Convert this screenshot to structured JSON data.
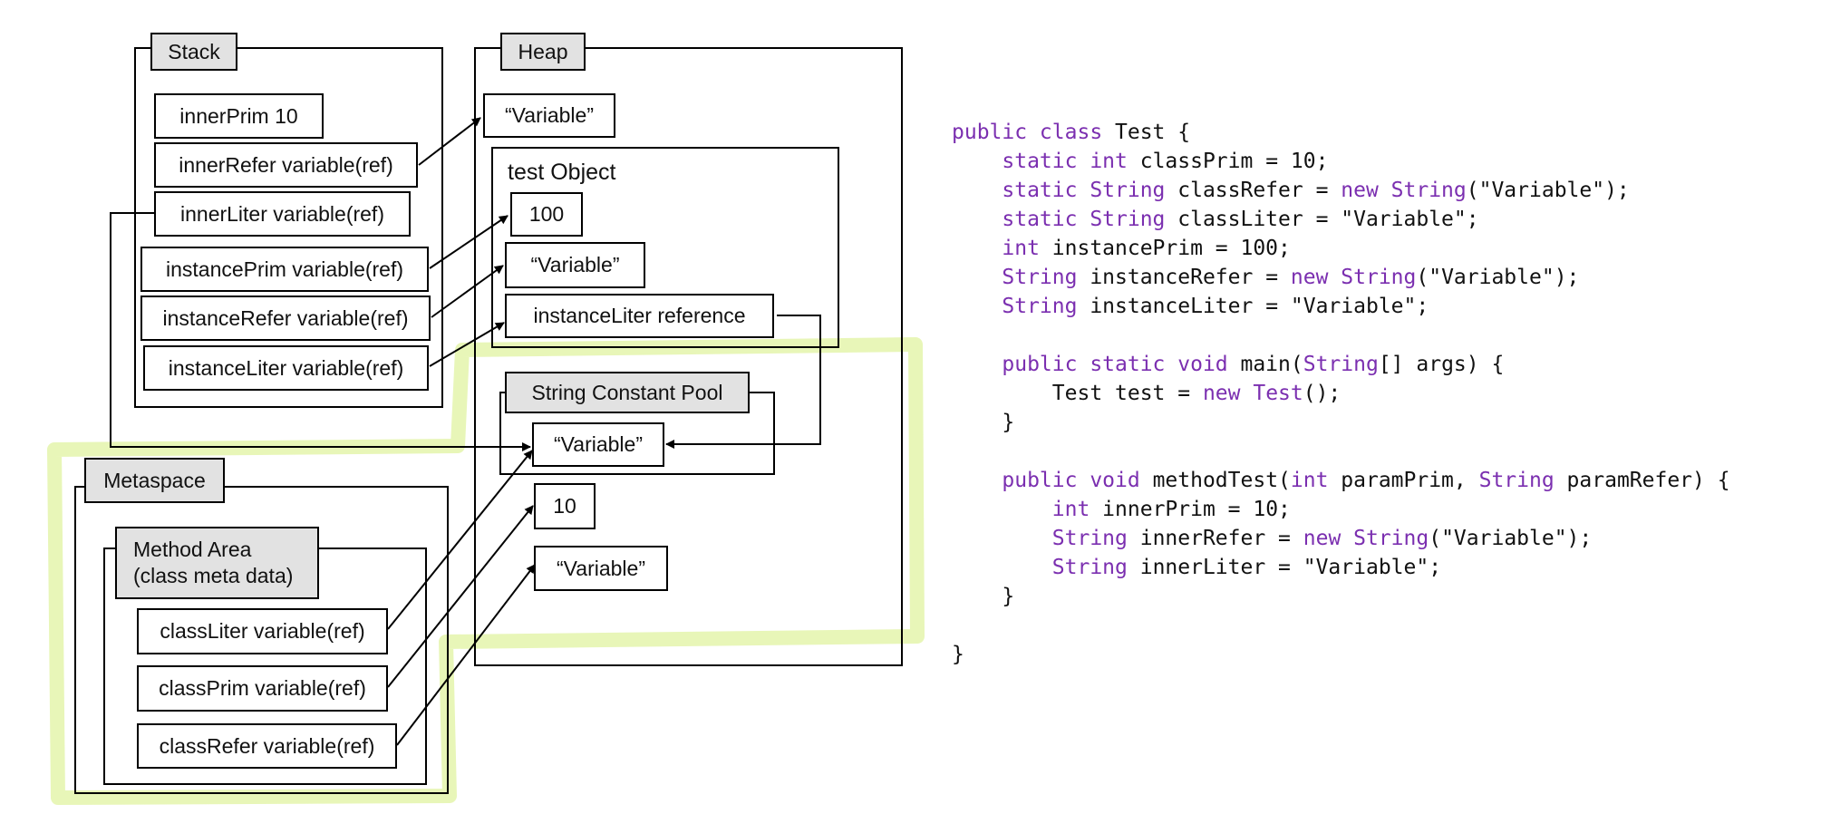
{
  "diagram": {
    "stack": {
      "title": "Stack",
      "items": [
        "innerPrim 10",
        "innerRefer variable(ref)",
        "innerLiter variable(ref)",
        "instancePrim variable(ref)",
        "instanceRefer variable(ref)",
        "instanceLiter variable(ref)"
      ]
    },
    "heap": {
      "title": "Heap",
      "variable_top": "“Variable”",
      "test_object": {
        "title": "test Object",
        "value_100": "100",
        "variable": "“Variable”",
        "instance_liter": "instanceLiter reference"
      },
      "string_constant_pool": {
        "title": "String Constant Pool",
        "variable": "“Variable”"
      },
      "value_10": "10",
      "variable_bottom": "“Variable”"
    },
    "metaspace": {
      "title": "Metaspace",
      "method_area": {
        "title_line1": "Method Area",
        "title_line2": "(class meta data)"
      },
      "items": [
        "classLiter variable(ref)",
        "classPrim variable(ref)",
        "classRefer variable(ref)"
      ]
    },
    "highlight_color": "#e6f5b0"
  },
  "code": {
    "lines": [
      [
        {
          "t": "public class",
          "k": 1
        },
        {
          "t": " Test {"
        }
      ],
      [
        {
          "t": "    "
        },
        {
          "t": "static int",
          "k": 1
        },
        {
          "t": " classPrim = 10;"
        }
      ],
      [
        {
          "t": "    "
        },
        {
          "t": "static String",
          "k": 1
        },
        {
          "t": " classRefer = "
        },
        {
          "t": "new String",
          "k": 1
        },
        {
          "t": "(\"Variable\");"
        }
      ],
      [
        {
          "t": "    "
        },
        {
          "t": "static String",
          "k": 1
        },
        {
          "t": " classLiter = \"Variable\";"
        }
      ],
      [
        {
          "t": "    "
        },
        {
          "t": "int",
          "k": 1
        },
        {
          "t": " instancePrim = 100;"
        }
      ],
      [
        {
          "t": "    "
        },
        {
          "t": "String",
          "k": 1
        },
        {
          "t": " instanceRefer = "
        },
        {
          "t": "new String",
          "k": 1
        },
        {
          "t": "(\"Variable\");"
        }
      ],
      [
        {
          "t": "    "
        },
        {
          "t": "String",
          "k": 1
        },
        {
          "t": " instanceLiter = \"Variable\";"
        }
      ],
      [],
      [
        {
          "t": "    "
        },
        {
          "t": "public static void",
          "k": 1
        },
        {
          "t": " main("
        },
        {
          "t": "String",
          "k": 1
        },
        {
          "t": "[] args) {"
        }
      ],
      [
        {
          "t": "        Test test = "
        },
        {
          "t": "new Test",
          "k": 1
        },
        {
          "t": "();"
        }
      ],
      [
        {
          "t": "    }"
        }
      ],
      [],
      [
        {
          "t": "    "
        },
        {
          "t": "public void",
          "k": 1
        },
        {
          "t": " methodTest("
        },
        {
          "t": "int",
          "k": 1
        },
        {
          "t": " paramPrim, "
        },
        {
          "t": "String",
          "k": 1
        },
        {
          "t": " paramRefer) {"
        }
      ],
      [
        {
          "t": "        "
        },
        {
          "t": "int",
          "k": 1
        },
        {
          "t": " innerPrim = 10;"
        }
      ],
      [
        {
          "t": "        "
        },
        {
          "t": "String",
          "k": 1
        },
        {
          "t": " innerRefer = "
        },
        {
          "t": "new String",
          "k": 1
        },
        {
          "t": "(\"Variable\");"
        }
      ],
      [
        {
          "t": "        "
        },
        {
          "t": "String",
          "k": 1
        },
        {
          "t": " innerLiter = \"Variable\";"
        }
      ],
      [
        {
          "t": "    }"
        }
      ],
      [],
      [
        {
          "t": "}"
        }
      ]
    ]
  }
}
